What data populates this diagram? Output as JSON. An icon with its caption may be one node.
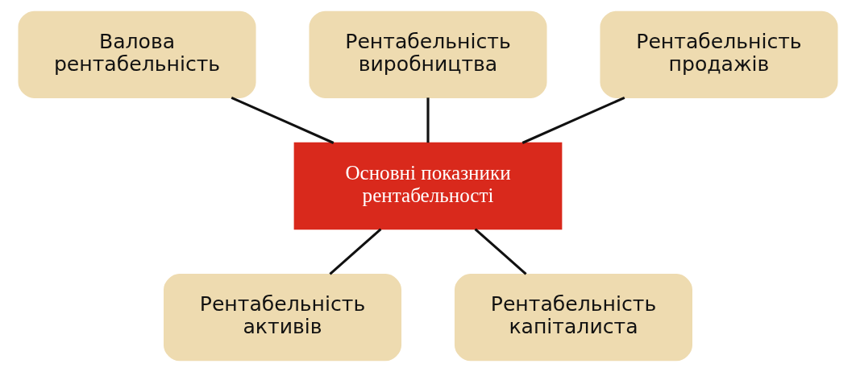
{
  "diagram": {
    "nodes": [
      {
        "text": [
          "Валова рентабельність"
        ]
      },
      {
        "text": [
          "Рентабельність виробництва"
        ]
      },
      {
        "text": [
          "Рентабельність продажів"
        ]
      },
      {
        "text": [
          "Основні показники рентабельності"
        ]
      },
      {
        "text": [
          "Рентабельність активів"
        ]
      },
      {
        "text": [
          "Рентабельність капіталиста"
        ]
      }
    ],
    "edges": [
      {
        "from": 3,
        "to": 0,
        "arrow": "none"
      },
      {
        "from": 3,
        "to": 1,
        "arrow": "none"
      },
      {
        "from": 3,
        "to": 2,
        "arrow": "none"
      },
      {
        "from": 3,
        "to": 4,
        "arrow": "none"
      },
      {
        "from": 3,
        "to": 5,
        "arrow": "none"
      }
    ]
  }
}
